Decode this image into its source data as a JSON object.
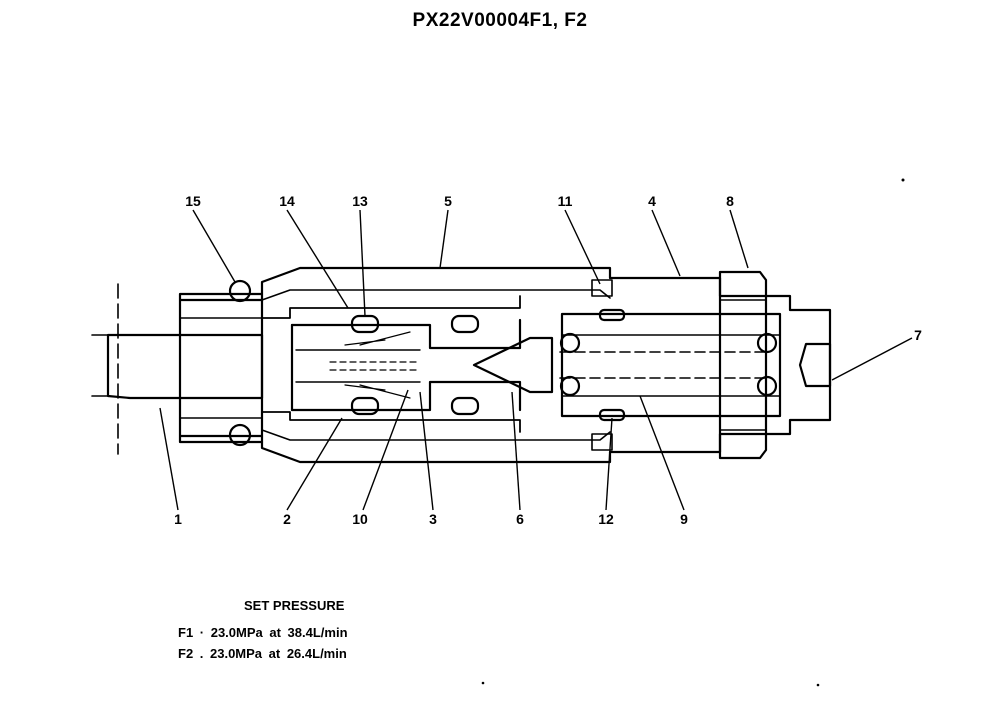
{
  "title": "PX22V00004F1, F2",
  "callouts": [
    "1",
    "2",
    "3",
    "4",
    "5",
    "6",
    "7",
    "8",
    "9",
    "10",
    "11",
    "12",
    "13",
    "14",
    "15"
  ],
  "set_pressure": {
    "heading": "SET PRESSURE",
    "rows": [
      "F1 · 23.0MPa at 38.4L/min",
      "F2 . 23.0MPa at 26.4L/min"
    ]
  }
}
